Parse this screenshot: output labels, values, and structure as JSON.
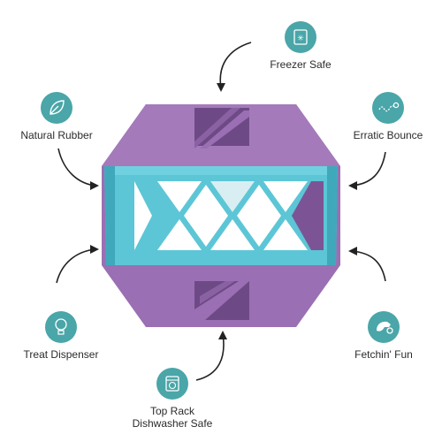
{
  "colors": {
    "accent_teal": "#4aa6a8",
    "toy_purple": "#9b6fb3",
    "toy_purple_dark": "#7c5495",
    "toy_blue": "#5cc6d6",
    "toy_blue_dark": "#3fa9bb",
    "arrow": "#222222"
  },
  "features": [
    {
      "label": "Freezer Safe",
      "icon": "freezer-icon"
    },
    {
      "label": "Natural Rubber",
      "icon": "leaf-icon"
    },
    {
      "label": "Erratic Bounce",
      "icon": "bounce-icon"
    },
    {
      "label": "Treat Dispenser",
      "icon": "lightbulb-icon"
    },
    {
      "label": "Fetchin' Fun",
      "icon": "dog-icon"
    },
    {
      "label_line1": "Top Rack",
      "label_line2": "Dishwasher Safe",
      "icon": "dishwasher-icon"
    }
  ]
}
